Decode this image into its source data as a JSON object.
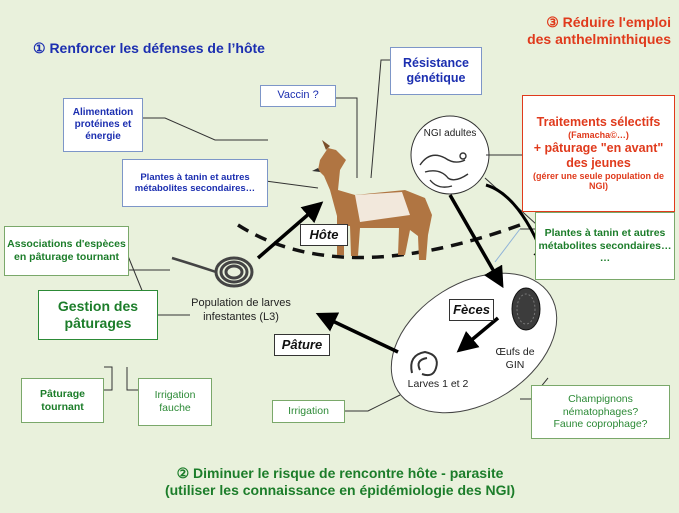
{
  "titles": {
    "t1": "① Renforcer les défenses de l’hôte",
    "t3_line1": "③ Réduire l'emploi",
    "t3_line2": "des anthelminthiques",
    "t2_line1": "② Diminuer le risque de rencontre hôte - parasite",
    "t2_line2": "(utiliser les connaissance en épidémiologie des NGI)"
  },
  "boxes": {
    "alimentation": "Alimentation protéines et énergie",
    "vaccin": "Vaccin ?",
    "resistance": "Résistance génétique",
    "plantes_host": "Plantes à tanin et autres métabolites secondaires…",
    "traitements_l1": "Traitements sélectifs",
    "traitements_l2": "(Famacha©…)",
    "traitements_l3": "+ pâturage \"en avant\"",
    "traitements_l4": "des jeunes",
    "traitements_l5": "(gérer une seule population de NGI)",
    "plantes_feces_l1": "Plantes à tanin et autres métabolites secondaires…",
    "plantes_feces_l2": "…",
    "associations": "Associations d'espèces en pâturage tournant",
    "gestion": "Gestion des pâturages",
    "paturage_tournant": "Pâturage tournant",
    "irrigation_fauche_l1": "Irrigation",
    "irrigation_fauche_l2": "fauche",
    "irrigation": "Irrigation",
    "champignons_l1": "Champignons",
    "champignons_l2": "nématophages?",
    "champignons_l3": "Faune coprophage?"
  },
  "cycle": {
    "hote": "Hôte",
    "feces": "Fèces",
    "pature": "Pâture",
    "larves_l3_l1": "Population de larves",
    "larves_l3_l2": "infestantes (L3)",
    "ngi_adultes": "NGI adultes",
    "oeufs_l1": "Œufs de",
    "oeufs_l2": "GIN",
    "larves_12": "Larves 1 et 2"
  },
  "colors": {
    "background": "#e9f1dc",
    "blue": "#1c2fb0",
    "red": "#e03a1c",
    "green": "#1c7d2a"
  }
}
